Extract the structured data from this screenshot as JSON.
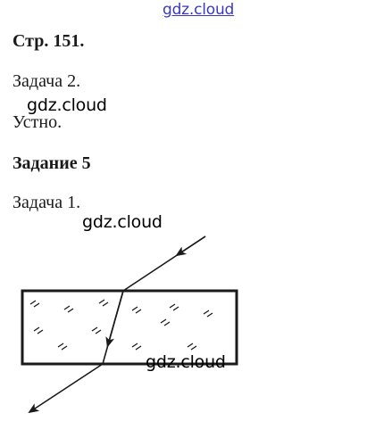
{
  "header": {
    "site_link": "gdz.cloud"
  },
  "page_title": "Стр. 151.",
  "task_2": {
    "label": "Задача 2.",
    "answer": "Устно."
  },
  "section_title": "Задание 5",
  "task_1": {
    "label": "Задача 1."
  },
  "watermarks": [
    "gdz.cloud",
    "gdz.cloud",
    "gdz.cloud"
  ],
  "diagram": {
    "icons": [
      "glass-block-icon",
      "incident-ray-icon",
      "refracted-ray-icon",
      "emergent-ray-icon"
    ]
  }
}
